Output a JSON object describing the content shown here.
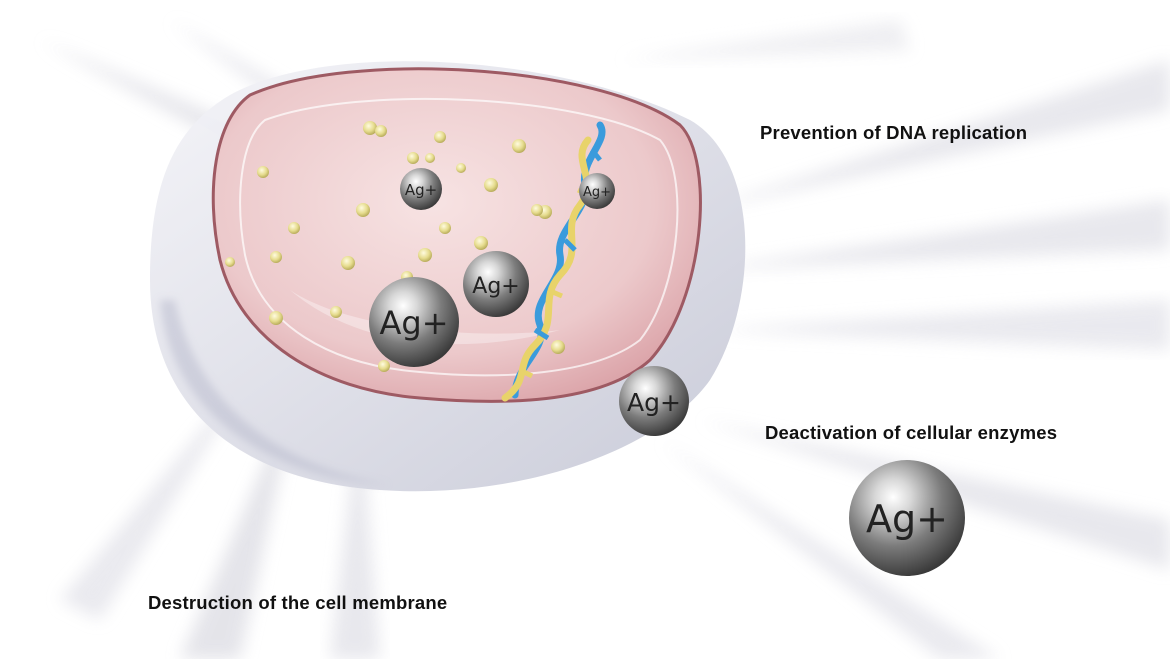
{
  "labels": {
    "dna": "Prevention of DNA replication",
    "enzymes": "Deactivation of cellular enzymes",
    "membrane": "Destruction of the cell membrane"
  },
  "ion_symbol": "Ag+",
  "colors": {
    "cell_fill": "#e8c0c4",
    "cell_rim": "#9e5a63",
    "outer_membrane": "#dcdde6",
    "silver": "#8a8a8a",
    "particle": "#e6dc8e",
    "dna_blue": "#3a9bdc",
    "dna_yellow": "#e8d36a",
    "label_text": "#111111"
  }
}
